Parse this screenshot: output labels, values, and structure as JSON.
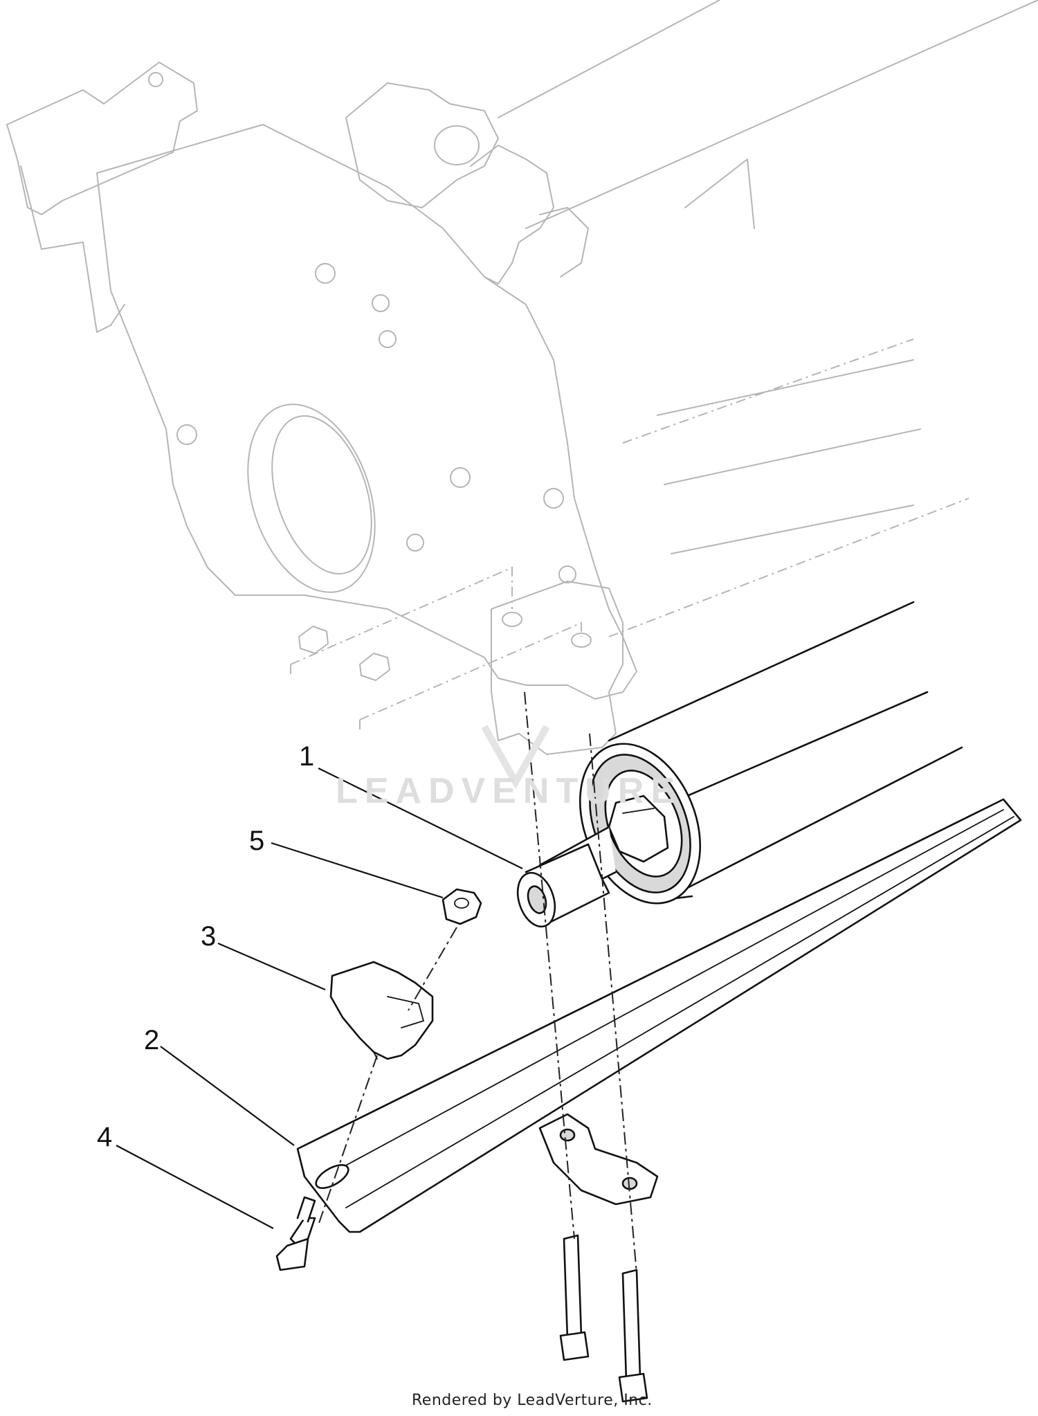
{
  "diagram": {
    "callouts": [
      {
        "id": "1",
        "label": "1"
      },
      {
        "id": "2",
        "label": "2"
      },
      {
        "id": "3",
        "label": "3"
      },
      {
        "id": "4",
        "label": "4"
      },
      {
        "id": "5",
        "label": "5"
      }
    ],
    "watermark": "LEADVENTURE",
    "credit": "Rendered by LeadVerture, Inc."
  }
}
